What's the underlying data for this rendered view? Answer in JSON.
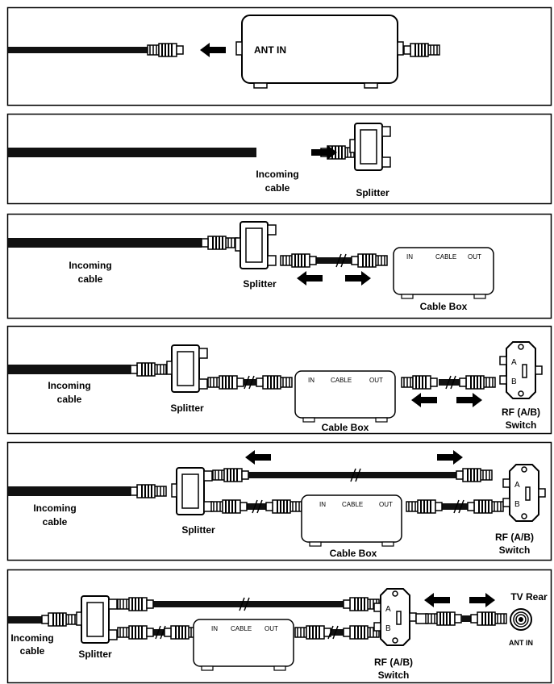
{
  "panels": [
    {
      "labels": {
        "ant_in": "ANT IN"
      }
    },
    {
      "labels": {
        "incoming": [
          "Incoming",
          "cable"
        ],
        "splitter": "Splitter"
      }
    },
    {
      "labels": {
        "incoming": [
          "Incoming",
          "cable"
        ],
        "splitter": "Splitter",
        "cable_box": "Cable Box",
        "box_in": "IN",
        "box_cable": "CABLE",
        "box_out": "OUT"
      }
    },
    {
      "labels": {
        "incoming": [
          "Incoming",
          "cable"
        ],
        "splitter": "Splitter",
        "cable_box": "Cable Box",
        "box_in": "IN",
        "box_cable": "CABLE",
        "box_out": "OUT",
        "switch": [
          "RF (A/B)",
          "Switch"
        ],
        "switch_a": "A",
        "switch_b": "B"
      }
    },
    {
      "labels": {
        "incoming": [
          "Incoming",
          "cable"
        ],
        "splitter": "Splitter",
        "cable_box": "Cable Box",
        "box_in": "IN",
        "box_cable": "CABLE",
        "box_out": "OUT",
        "switch": [
          "RF (A/B)",
          "Switch"
        ],
        "switch_a": "A",
        "switch_b": "B"
      }
    },
    {
      "labels": {
        "incoming": [
          "Incoming",
          "cable"
        ],
        "splitter": "Splitter",
        "box_in": "IN",
        "box_cable": "CABLE",
        "box_out": "OUT",
        "switch": [
          "RF (A/B)",
          "Switch"
        ],
        "switch_a": "A",
        "switch_b": "B",
        "tv_rear": "TV Rear",
        "ant_in": "ANT IN"
      }
    }
  ]
}
